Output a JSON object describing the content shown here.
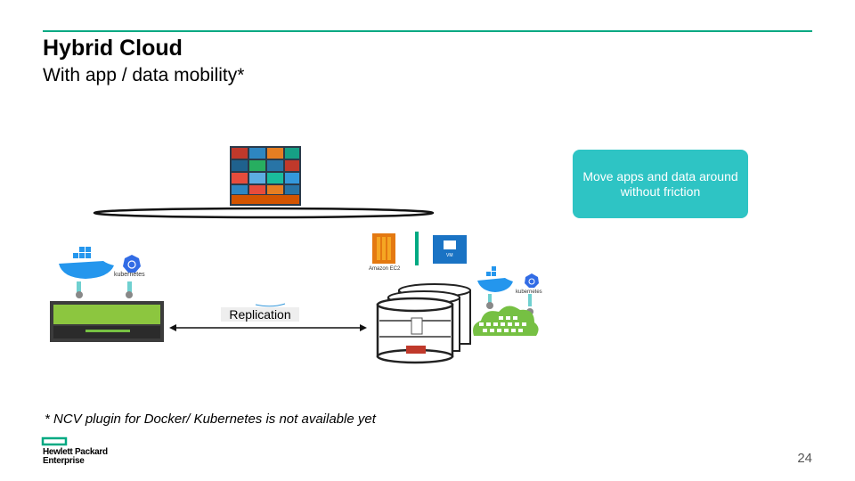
{
  "slide": {
    "title": "Hybrid Cloud",
    "subtitle": "With app / data mobility*",
    "footnote": "* NCV plugin for Docker/ Kubernetes is not available yet",
    "page_number": "24"
  },
  "callout": {
    "text": "Move apps and data around without friction"
  },
  "replication": {
    "label": "Replication"
  },
  "cloud_icons": {
    "aws_label": "Amazon EC2",
    "vm_label": "VM"
  },
  "container_icons": {
    "kubernetes_label": "kubernetes",
    "kubernetes_label_right": "kubernetes"
  },
  "brand": {
    "line1": "Hewlett Packard",
    "line2": "Enterprise"
  },
  "colors": {
    "accent": "#01a982",
    "callout_bg": "#2ec4c4",
    "aws_orange": "#e47911",
    "vm_blue": "#1a73c4",
    "docker_blue": "#2496ed",
    "kubernetes_blue": "#326ce5",
    "storage_green": "#76c043"
  }
}
